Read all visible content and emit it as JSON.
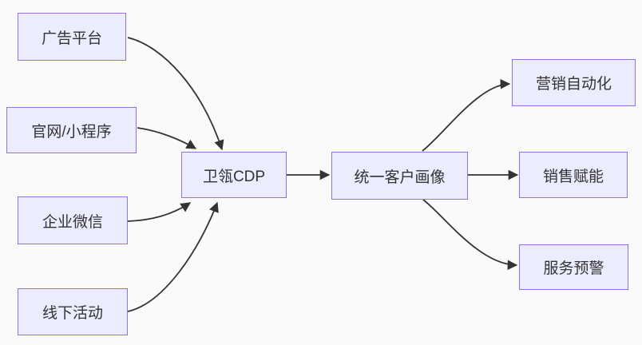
{
  "diagram": {
    "nodes": {
      "ad_platform": {
        "label": "广告平台"
      },
      "website_miniprogram": {
        "label": "官网/小程序"
      },
      "wecom": {
        "label": "企业微信"
      },
      "offline_events": {
        "label": "线下活动"
      },
      "cdp": {
        "label": "卫瓴CDP"
      },
      "unified_profile": {
        "label": "统一客户画像"
      },
      "marketing_automation": {
        "label": "营销自动化"
      },
      "sales_enablement": {
        "label": "销售赋能"
      },
      "service_alert": {
        "label": "服务预警"
      }
    },
    "edges": [
      {
        "from": "ad_platform",
        "to": "cdp"
      },
      {
        "from": "website_miniprogram",
        "to": "cdp"
      },
      {
        "from": "wecom",
        "to": "cdp"
      },
      {
        "from": "offline_events",
        "to": "cdp"
      },
      {
        "from": "cdp",
        "to": "unified_profile"
      },
      {
        "from": "unified_profile",
        "to": "marketing_automation"
      },
      {
        "from": "unified_profile",
        "to": "sales_enablement"
      },
      {
        "from": "unified_profile",
        "to": "service_alert"
      }
    ],
    "colors": {
      "node_fill": "#ECECFF",
      "node_border": "#9370DB",
      "edge": "#333333",
      "text": "#333333",
      "background": "#FAFAFA"
    }
  }
}
